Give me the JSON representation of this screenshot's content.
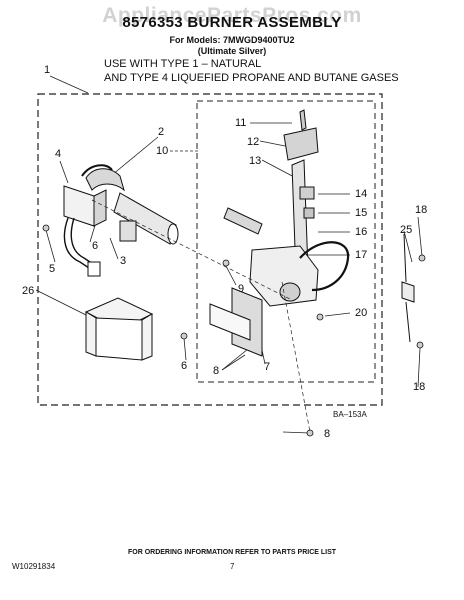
{
  "watermark": "AppliancePartsPros.com",
  "header": {
    "title": "8576353 BURNER ASSEMBLY",
    "models_line": "For Models: 7MWGD9400TU2",
    "variant": "(Ultimate Silver)"
  },
  "usage": {
    "line1": "USE WITH TYPE 1 –   NATURAL",
    "line2": "AND TYPE 4    LIQUEFIED PROPANE AND BUTANE GASES"
  },
  "callouts": [
    "1",
    "2",
    "3",
    "4",
    "5",
    "6",
    "7",
    "8",
    "9",
    "10",
    "11",
    "12",
    "13",
    "14",
    "15",
    "16",
    "17",
    "18",
    "20",
    "25",
    "26"
  ],
  "labels": {
    "c1": "1",
    "c2": "2",
    "c10": "10",
    "c4": "4",
    "c6a": "6",
    "c3": "3",
    "c5": "5",
    "c26": "26",
    "c9": "9",
    "c6b": "6",
    "c8a": "8",
    "c7": "7",
    "c8b": "8",
    "c11": "11",
    "c12": "12",
    "c13": "13",
    "c14": "14",
    "c15": "15",
    "c16": "16",
    "c17": "17",
    "c20": "20",
    "c18a": "18",
    "c25": "25",
    "c18b": "18"
  },
  "figure_code": "BA–153A",
  "footer": {
    "notice": "FOR ORDERING INFORMATION REFER TO PARTS PRICE LIST",
    "doc_number": "W10291834",
    "page": "7"
  }
}
